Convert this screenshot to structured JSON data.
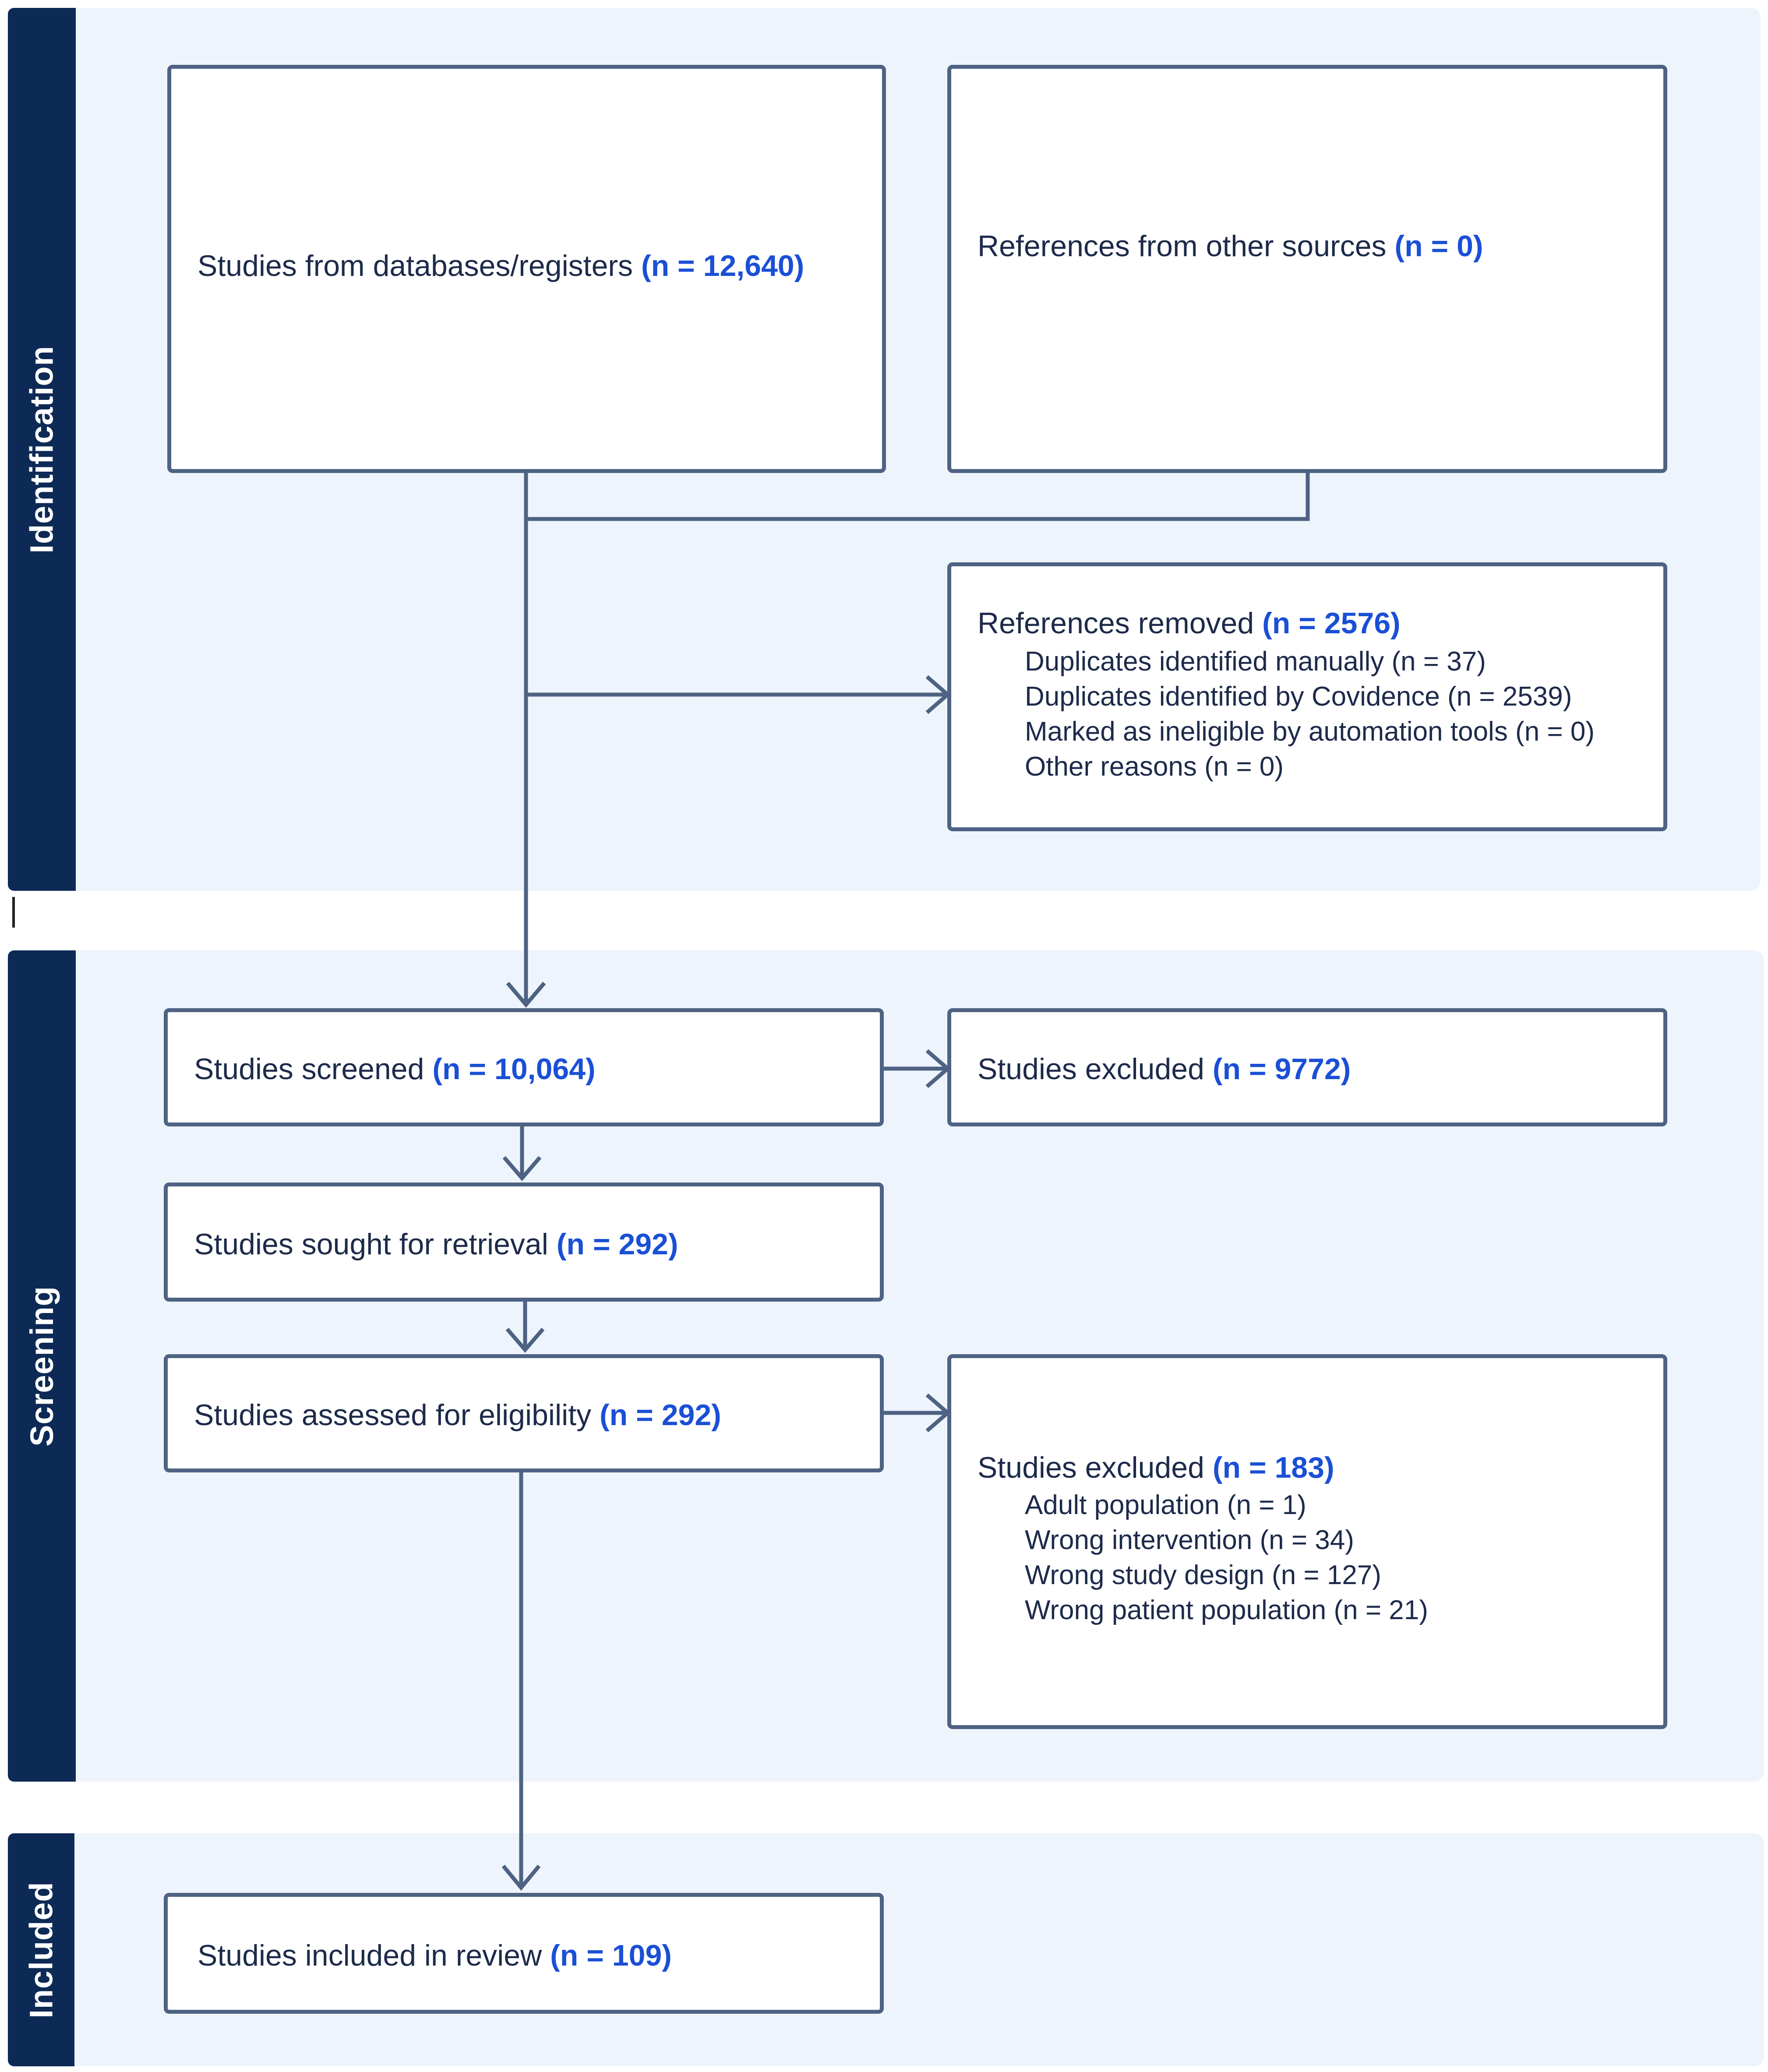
{
  "bands": {
    "identification": "Identification",
    "screening": "Screening",
    "included": "Included"
  },
  "boxes": {
    "databases": {
      "text": "Studies from databases/registers",
      "n": "(n = 12,640)"
    },
    "other_sources": {
      "text": "References from other sources",
      "n": "(n = 0)"
    },
    "removed": {
      "text": "References removed",
      "n": "(n = 2576)",
      "items": [
        "Duplicates identified manually (n = 37)",
        "Duplicates identified by Covidence (n = 2539)",
        "Marked as ineligible by automation tools (n = 0)",
        "Other reasons (n = 0)"
      ]
    },
    "screened": {
      "text": "Studies screened",
      "n": "(n = 10,064)"
    },
    "excluded_screen": {
      "text": "Studies excluded",
      "n": "(n = 9772)"
    },
    "sought": {
      "text": "Studies sought for retrieval",
      "n": "(n = 292)"
    },
    "assessed": {
      "text": "Studies assessed for eligibility",
      "n": "(n = 292)"
    },
    "excluded_full": {
      "text": "Studies excluded",
      "n": "(n = 183)",
      "items": [
        "Adult population (n = 1)",
        "Wrong intervention (n = 34)",
        "Wrong study design (n = 127)",
        "Wrong patient population (n = 21)"
      ]
    },
    "included": {
      "text": "Studies included in review",
      "n": "(n = 109)"
    }
  },
  "colors": {
    "band_background": "#eef4fc",
    "band_tab": "#0d2a56",
    "box_border": "#4e6283",
    "count_highlight": "#1a4fd6"
  }
}
